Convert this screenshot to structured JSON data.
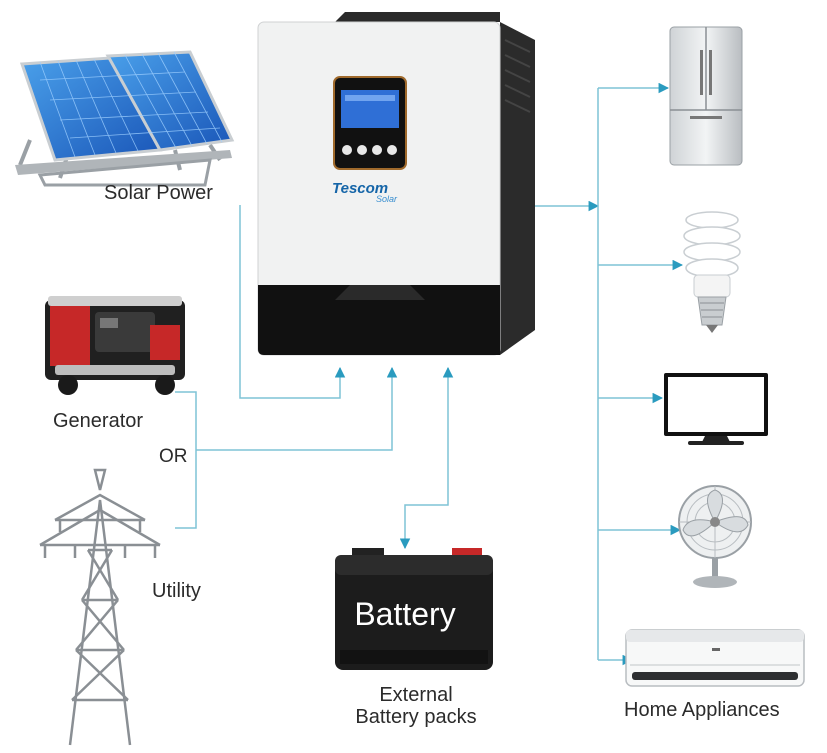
{
  "labels": {
    "solar": "Solar Power",
    "generator": "Generator",
    "or": "OR",
    "utility": "Utility",
    "battery": "Battery",
    "battery_packs_line1": "External",
    "battery_packs_line2": "Battery packs",
    "home": "Home Appliances"
  },
  "inverter": {
    "brand": "Tescom",
    "brand_sub": "Solar"
  },
  "icons": [
    "solar-panel-icon",
    "generator-icon",
    "power-tower-icon",
    "inverter-icon",
    "battery-icon",
    "refrigerator-icon",
    "light-bulb-icon",
    "tv-monitor-icon",
    "fan-icon",
    "air-conditioner-icon"
  ],
  "colors": {
    "connector": "#7fc3d6",
    "arrow": "#2a9bbf",
    "text": "#2b2b2b"
  }
}
